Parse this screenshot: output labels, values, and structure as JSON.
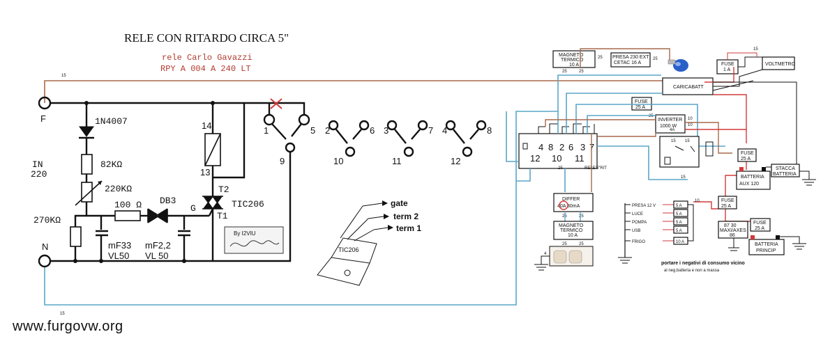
{
  "title": "RELE CON RITARDO CIRCA 5\"",
  "subtitle_1": "rele Carlo Gavazzi",
  "subtitle_2": "RPY A 004 A 240 LT",
  "colors": {
    "brown": "#a8694a",
    "blue": "#5aa6c8",
    "red": "#d23a3a",
    "ink": "#111111"
  },
  "terminals": {
    "f": "F",
    "n": "N"
  },
  "left_circuit": {
    "diode": "1N4007",
    "r82k": "82KΩ",
    "r220k": "220KΩ",
    "in_label_1": "IN",
    "in_label_2": "220",
    "r270k": "270KΩ",
    "r100": "100 Ω",
    "db3": "DB3",
    "g": "G",
    "t1": "T1",
    "t2": "T2",
    "triac": "TIC206",
    "cap1_a": "mF33",
    "cap1_b": "VL50",
    "cap2_a": "mF2,2",
    "cap2_b": "VL 50",
    "coil_top": "14",
    "coil_bottom": "13",
    "credit": "By I2VIU"
  },
  "contacts": {
    "g1": [
      "1",
      "5",
      "9"
    ],
    "g2": [
      "2",
      "6",
      "10"
    ],
    "g3": [
      "3",
      "7",
      "11"
    ],
    "g4": [
      "4",
      "8",
      "12"
    ]
  },
  "pinout": {
    "gate": "gate",
    "term2": "term 2",
    "term1": "term 1",
    "pkg": "TIC206"
  },
  "right": {
    "wire_15": "15",
    "wire_25": "25",
    "wire_10": "10",
    "wire_4": "4",
    "magneto_top": [
      "MAGNETO",
      "TERMICO",
      "10 A"
    ],
    "presa_ext": [
      "PRESA 230 EXT",
      "CETAC 16 A"
    ],
    "voltmetro": "VOLTMETRO",
    "fuse_1a": [
      "FUSE",
      "1 A"
    ],
    "caricabatt": "CARICABATT",
    "fuse_25a_top": [
      "FUSE",
      "25 A"
    ],
    "invertitore": [
      "INVERTER",
      "1000 W"
    ],
    "invertitore_pins": [
      "10",
      "10",
      "4A"
    ],
    "rele_top": [
      "4",
      "8",
      "2",
      "6",
      "3",
      "7"
    ],
    "rele_bot": [
      "12",
      "10",
      "11"
    ],
    "rele_label": "RELE'5\"RIT",
    "fuse_25a_mid": [
      "FUSE",
      "25 A"
    ],
    "stacca_batt": [
      "STACCA",
      "BATTERIA"
    ],
    "batteria_aux": [
      "BATTERIA",
      "AUX 120"
    ],
    "differ": [
      "DIFFER",
      "40A 30mA"
    ],
    "magneto_bottom": [
      "MAGNETO",
      "TERMICO",
      "10 A"
    ],
    "loads": [
      {
        "name": "PRESA 12 V",
        "amp": "5 A"
      },
      {
        "name": "LUCE",
        "amp": "5 A"
      },
      {
        "name": "POMPA",
        "amp": "5 A"
      },
      {
        "name": "USB",
        "amp": "5 A"
      },
      {
        "name": "FRIGO",
        "amp": "10 A"
      }
    ],
    "fuse_25a_low": [
      "FUSE",
      "25 A"
    ],
    "maxi_fuse": [
      "87 30",
      "MAXI/AXES",
      "86"
    ],
    "fuse_25a_r": [
      "FUSE",
      "25 A"
    ],
    "batteria_princ": [
      "BATTERIA",
      "PRINCIP"
    ],
    "note_1": "portare i negativi di consumo vicino",
    "note_2": "al neg.batteria e non a massa"
  },
  "footer": "www.furgovw.org"
}
